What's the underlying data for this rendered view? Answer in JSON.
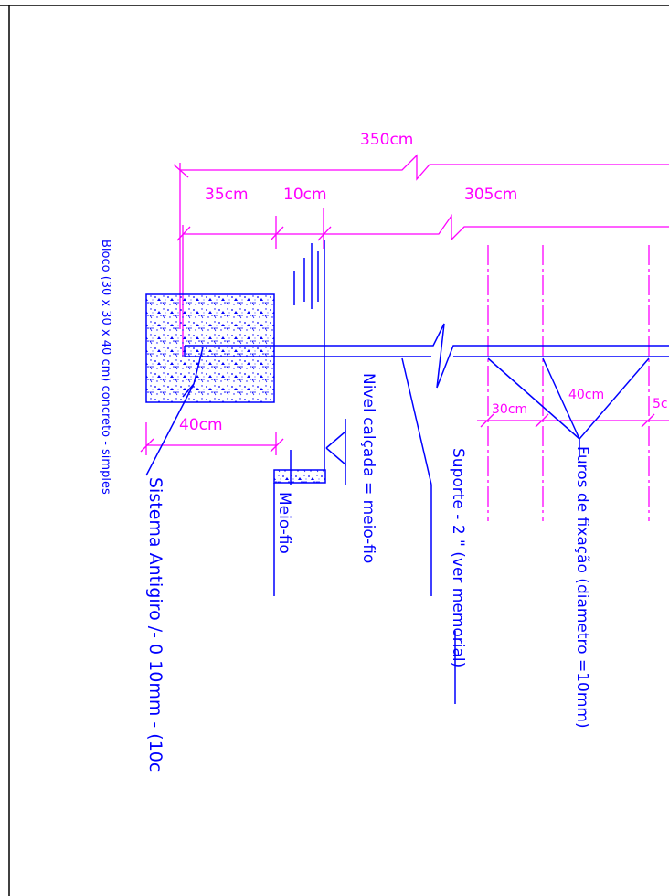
{
  "colors": {
    "dimension": "#ff00ff",
    "structure": "#0000ff",
    "frame": "#000000",
    "background": "#ffffff"
  },
  "dimensions": {
    "total": "350cm",
    "offset_block": "35cm",
    "offset_curb": "10cm",
    "span": "305cm",
    "block_width": "40cm",
    "hole_spacing_1": "30cm",
    "hole_spacing_2": "40cm",
    "hole_spacing_3_partial": "5c"
  },
  "labels": {
    "bloco": "Bloco (30 x 30 x 40 cm) concreto - simples",
    "sistema_antigiro": "Sistema  Antigiro /-  0  10mm  -  (10c",
    "meio_fio": "Meio-fio",
    "nivel": "Nivel  calçada  =  meio-fio",
    "suporte": "Suporte  -  2  \"  (ver  memorial)",
    "furos": "Furos  de  fixação  (diametro  =10mm)"
  }
}
